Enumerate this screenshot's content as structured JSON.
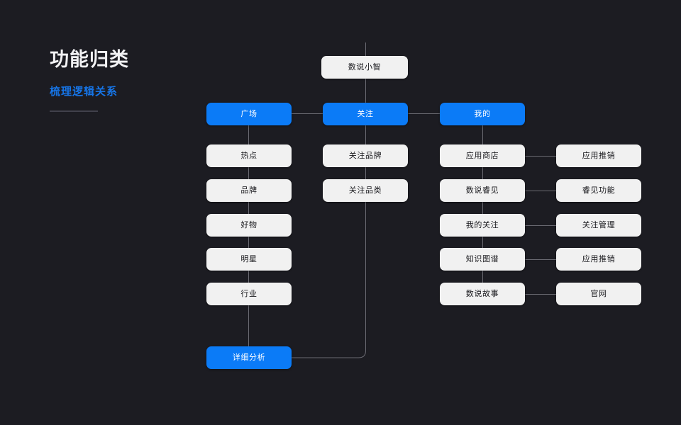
{
  "heading": {
    "title": "功能归类",
    "subtitle": "梳理逻辑关系"
  },
  "colors": {
    "background": "#1c1c22",
    "accent_blue": "#0b7bf7",
    "subtitle_blue": "#1675e8",
    "node_light": "#f1f1f1",
    "connector": "#6a6a72",
    "rule": "#41414b"
  },
  "diagram": {
    "type": "tree",
    "root": {
      "label": "数说小智",
      "style": "light"
    },
    "branches": [
      {
        "label": "广场",
        "style": "blue",
        "children": [
          {
            "label": "热点",
            "style": "light"
          },
          {
            "label": "品牌",
            "style": "light"
          },
          {
            "label": "好物",
            "style": "light"
          },
          {
            "label": "明星",
            "style": "light"
          },
          {
            "label": "行业",
            "style": "light"
          }
        ]
      },
      {
        "label": "关注",
        "style": "blue",
        "children": [
          {
            "label": "关注品牌",
            "style": "light"
          },
          {
            "label": "关注品类",
            "style": "light"
          }
        ]
      },
      {
        "label": "我的",
        "style": "blue",
        "children": [
          {
            "label": "应用商店",
            "style": "light",
            "sibling": {
              "label": "应用推销",
              "style": "light"
            }
          },
          {
            "label": "数说睿见",
            "style": "light",
            "sibling": {
              "label": "睿见功能",
              "style": "light"
            }
          },
          {
            "label": "我的关注",
            "style": "light",
            "sibling": {
              "label": "关注管理",
              "style": "light"
            }
          },
          {
            "label": "知识图谱",
            "style": "light",
            "sibling": {
              "label": "应用推销",
              "style": "light"
            }
          },
          {
            "label": "数说故事",
            "style": "light",
            "sibling": {
              "label": "官网",
              "style": "light"
            }
          }
        ]
      }
    ],
    "footer_node": {
      "label": "详细分析",
      "style": "blue"
    }
  }
}
